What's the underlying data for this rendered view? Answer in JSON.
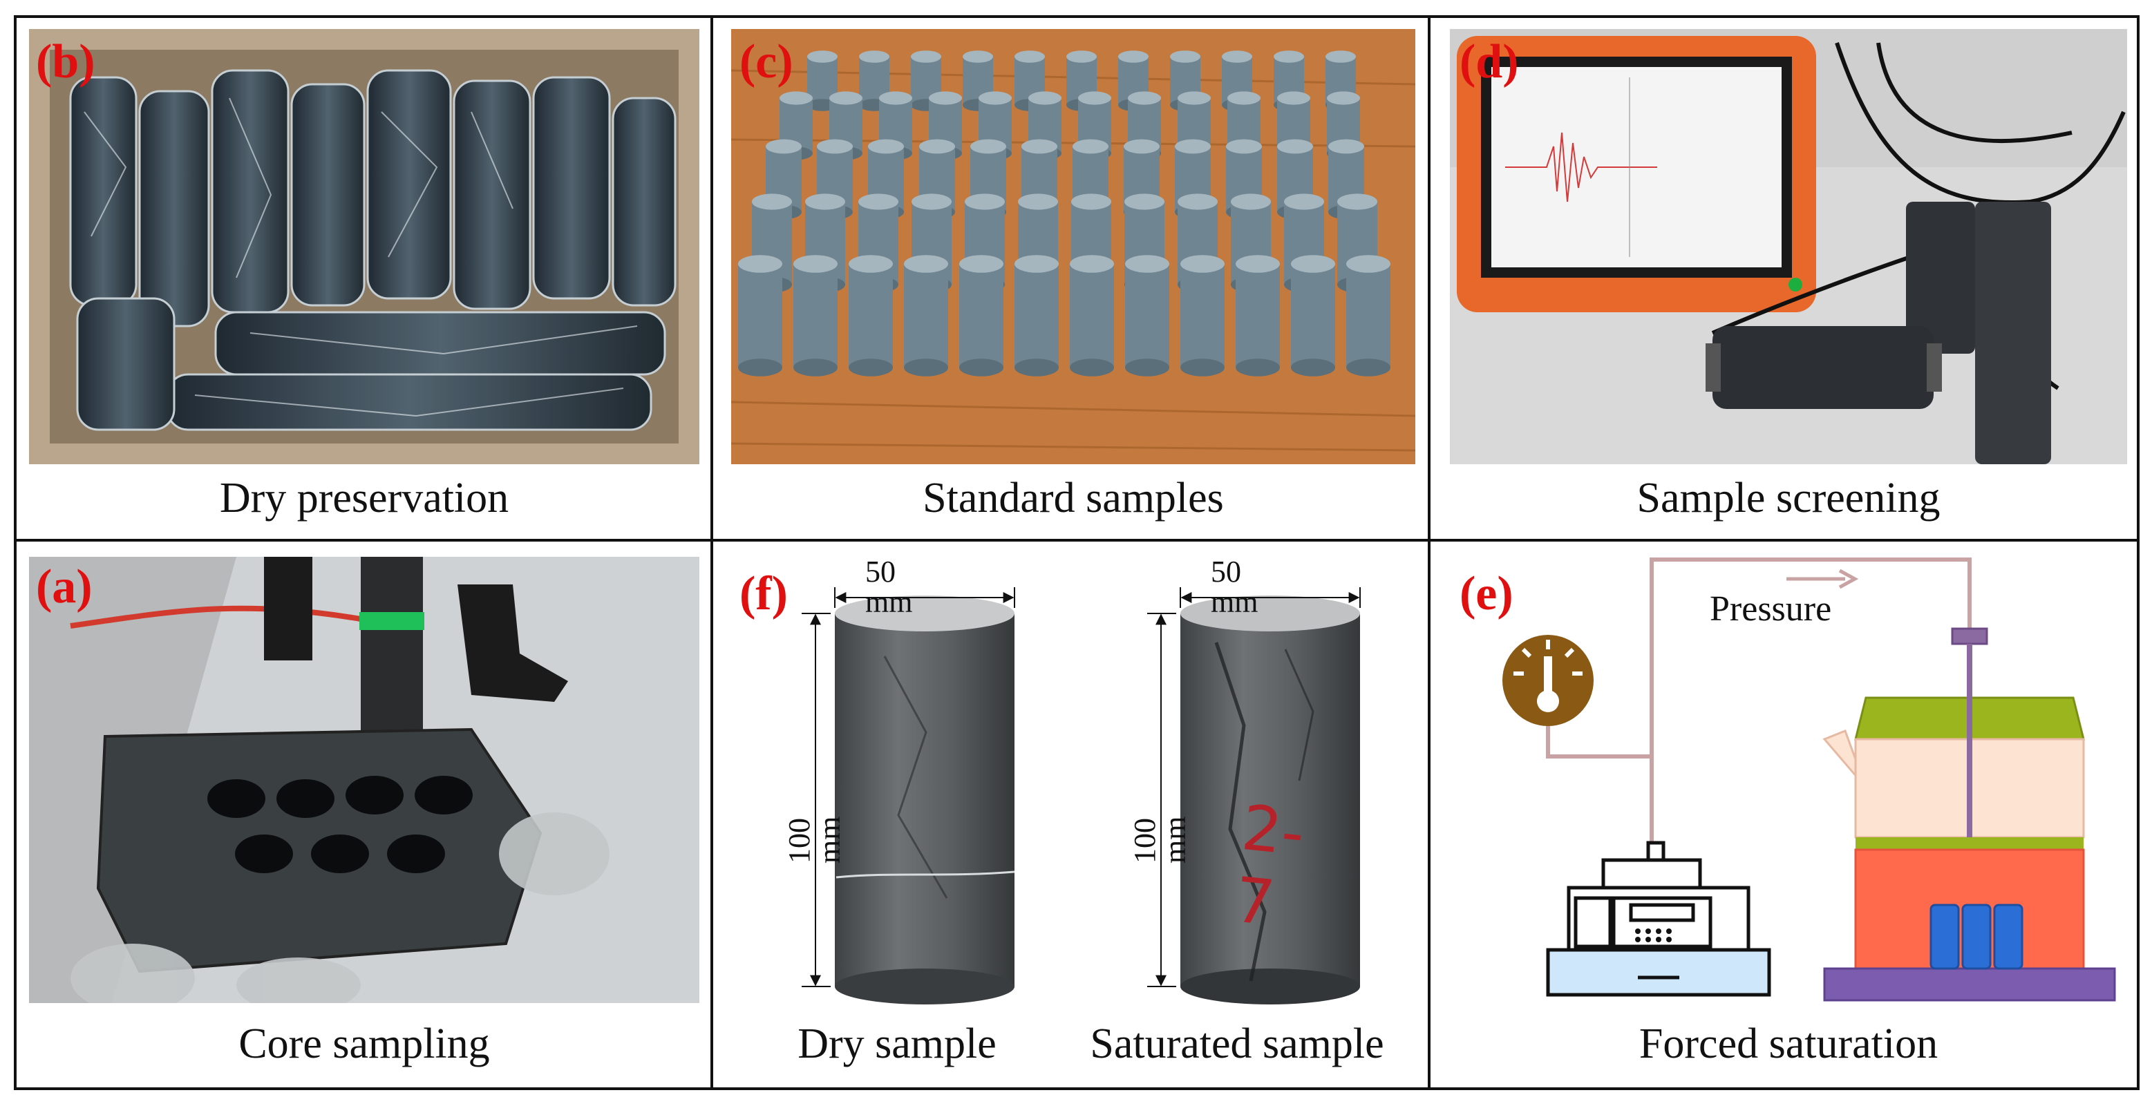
{
  "panels": {
    "b": {
      "label": "(b)",
      "caption": "Dry preservation"
    },
    "c": {
      "label": "(c)",
      "caption": "Standard samples"
    },
    "d": {
      "label": "(d)",
      "caption": "Sample screening"
    },
    "a": {
      "label": "(a)",
      "caption": "Core sampling"
    },
    "f": {
      "label": "(f)",
      "dry_caption": "Dry sample",
      "sat_caption": "Saturated sample",
      "dry_width": "50 mm",
      "sat_width": "50 mm",
      "dry_height": "100 mm",
      "sat_height": "100 mm",
      "sat_marking": "2-7"
    },
    "e": {
      "label": "(e)",
      "caption": "Forced saturation",
      "flow_label": "Pressure"
    }
  },
  "colors": {
    "label_red": "#e01010",
    "pipe": "#c9a3a3",
    "gauge": "#8a5a14",
    "lid": "#9bb51f",
    "vessel_top": "#fde3d1",
    "vessel_bottom": "#ff6a4d",
    "samples": "#2b6fd6",
    "base": "#7c5cae",
    "handle": "#8a6aa0"
  }
}
